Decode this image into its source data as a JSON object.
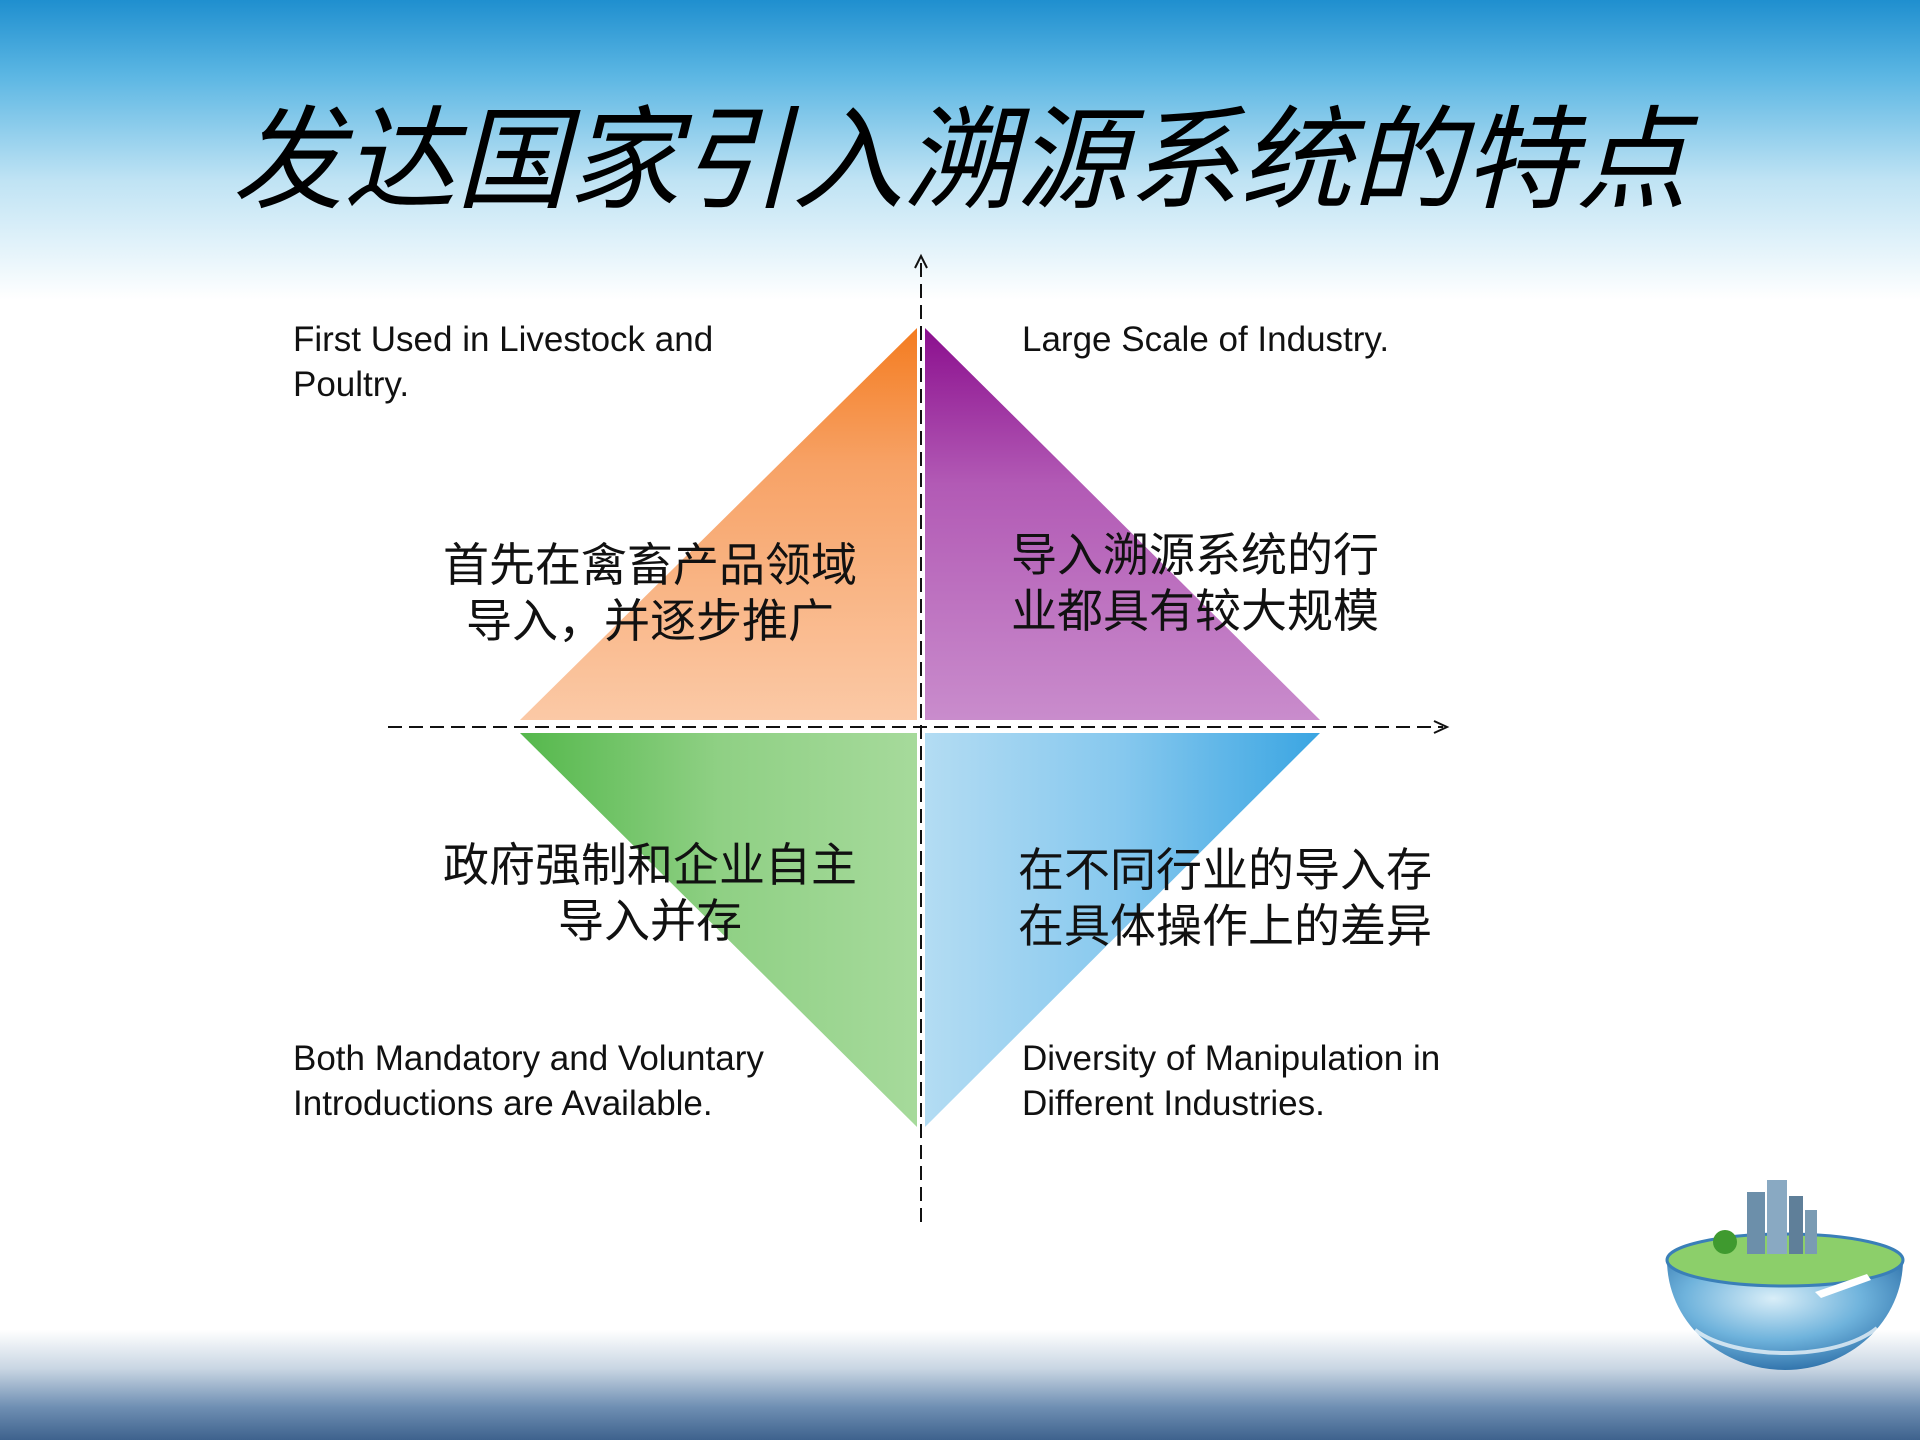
{
  "title": "发达国家引入溯源系统的特点",
  "quadrants": {
    "top_left": {
      "en": "First Used in Livestock and\nPoultry.",
      "cn": "首先在禽畜产品领域\n导入，并逐步推广",
      "color": "#f58a3a"
    },
    "top_right": {
      "en": "Large Scale of Industry.",
      "cn": "导入溯源系统的行\n业都具有较大规模",
      "color": "#8e1a93"
    },
    "bottom_left": {
      "en": "Both Mandatory and Voluntary\nIntroductions are Available.",
      "cn": "政府强制和企业自主\n导入并存",
      "color": "#5bbb55"
    },
    "bottom_right": {
      "en": "Diversity of Manipulation in\nDifferent Industries.",
      "cn": "在不同行业的导入存\n在具体操作上的差异",
      "color": "#4aaee3"
    }
  }
}
